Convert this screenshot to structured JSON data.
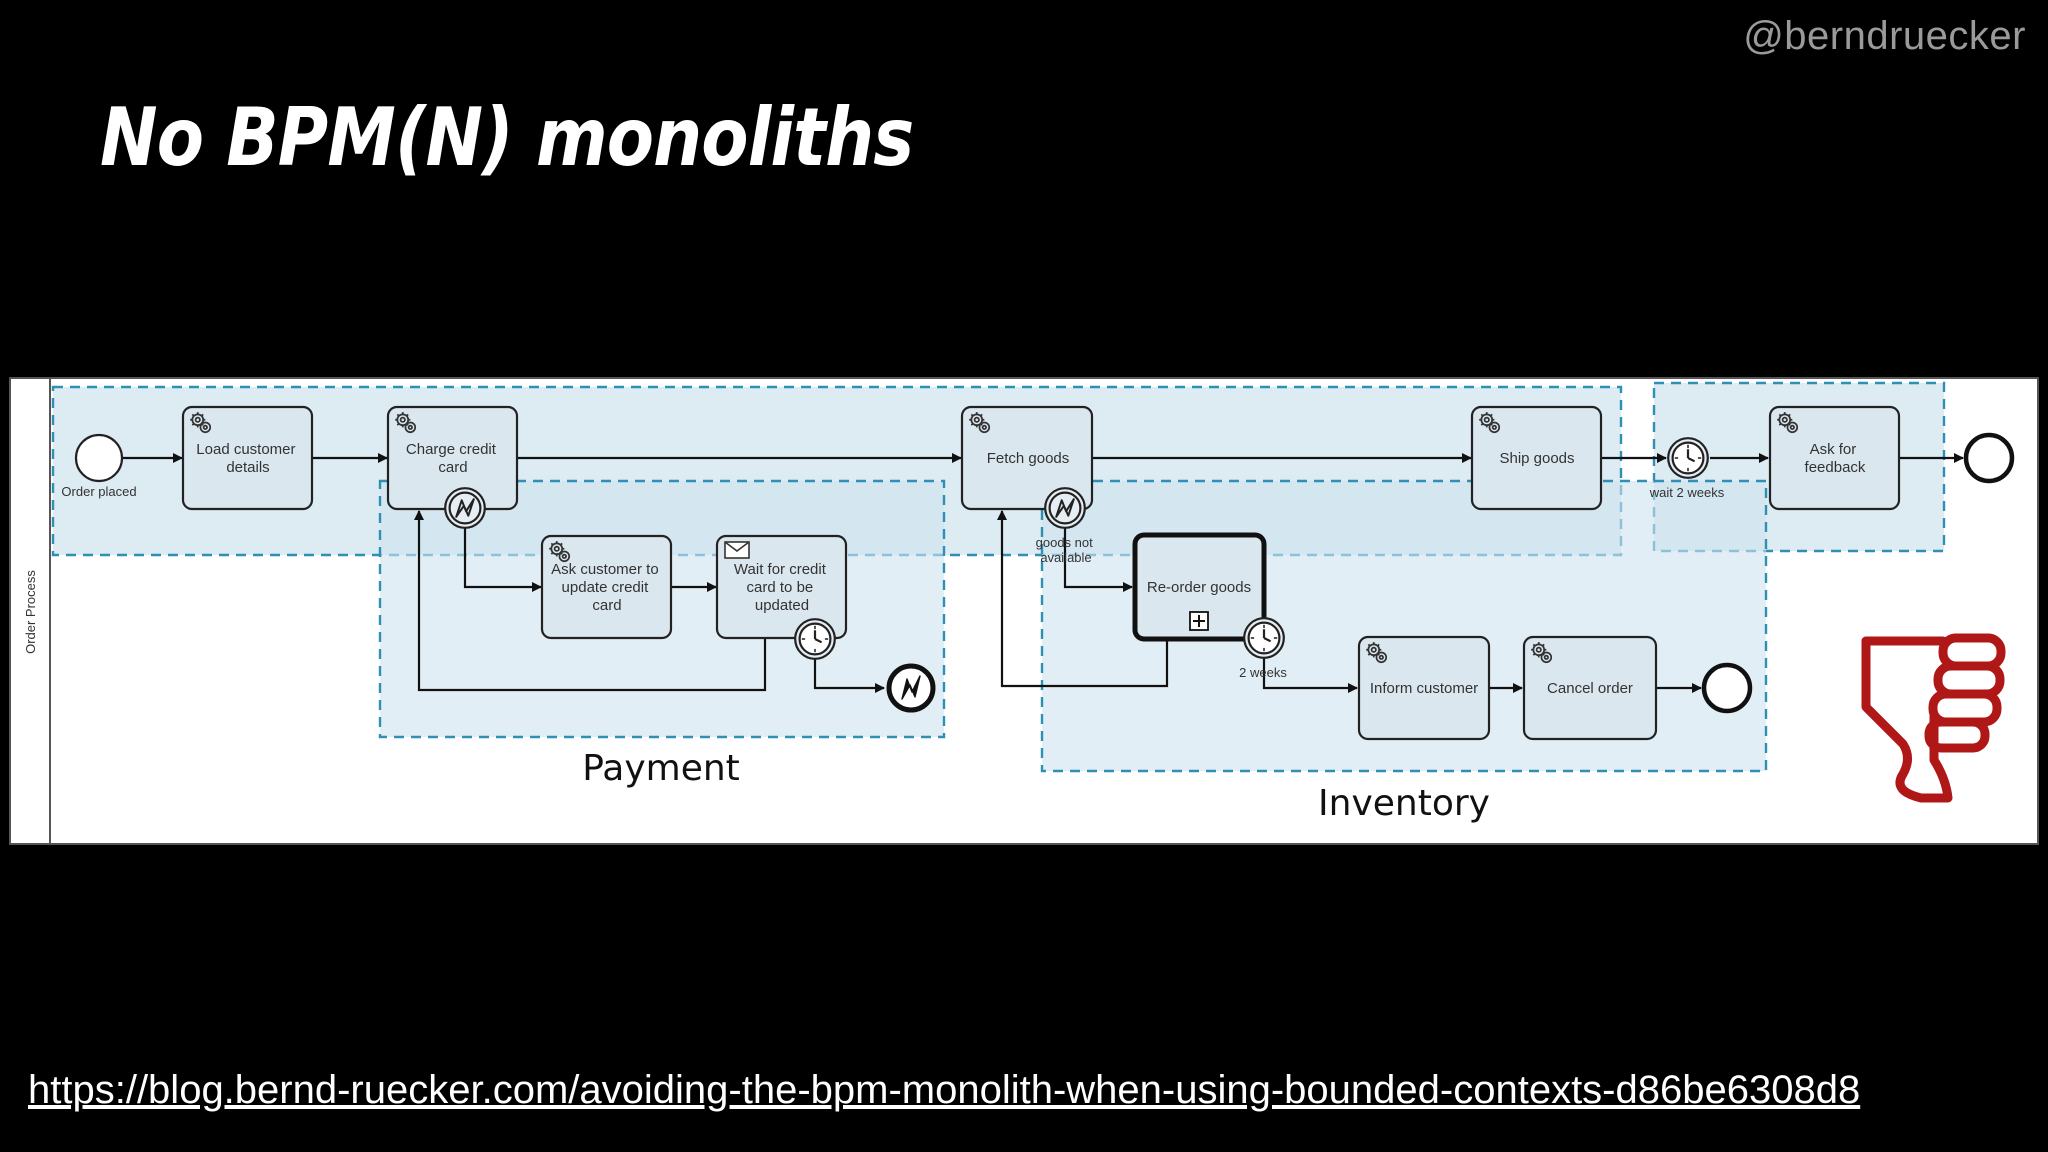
{
  "slide": {
    "handle": "@berndruecker",
    "title": "No BPM(N) monoliths",
    "link": "https://blog.bernd-ruecker.com/avoiding-the-bpm-monolith-when-using-bounded-contexts-d86be6308d8"
  },
  "diagram": {
    "pool_label": "Order Process",
    "start_event_label": "Order placed",
    "tasks": {
      "load_customer": [
        "Load customer",
        "details"
      ],
      "charge_credit": [
        "Charge credit",
        "card"
      ],
      "fetch_goods": [
        "Fetch goods"
      ],
      "ship_goods": [
        "Ship goods"
      ],
      "ask_feedback": [
        "Ask for",
        "feedback"
      ],
      "ask_update": [
        "Ask customer to",
        "update credit",
        "card"
      ],
      "wait_credit": [
        "Wait for credit",
        "card to be",
        "updated"
      ],
      "reorder_goods": [
        "Re-order goods"
      ],
      "inform_customer": [
        "Inform customer"
      ],
      "cancel_order": [
        "Cancel order"
      ]
    },
    "labels": {
      "wait_2_weeks": "wait 2 weeks",
      "goods_not_available": [
        "goods not",
        "available"
      ],
      "two_weeks": "2 weeks"
    },
    "contexts": {
      "payment": "Payment",
      "inventory": "Inventory"
    },
    "colors": {
      "context_fill": "#cfe2ee",
      "context_border": "#2f8fb5",
      "thumb_color": "#b01818"
    },
    "icons": {
      "service_task": "gear-icon",
      "error_boundary": "lightning-icon",
      "timer": "clock-icon",
      "message": "envelope-icon",
      "subprocess": "plus-box-icon",
      "verdict": "thumbs-down-icon"
    }
  }
}
